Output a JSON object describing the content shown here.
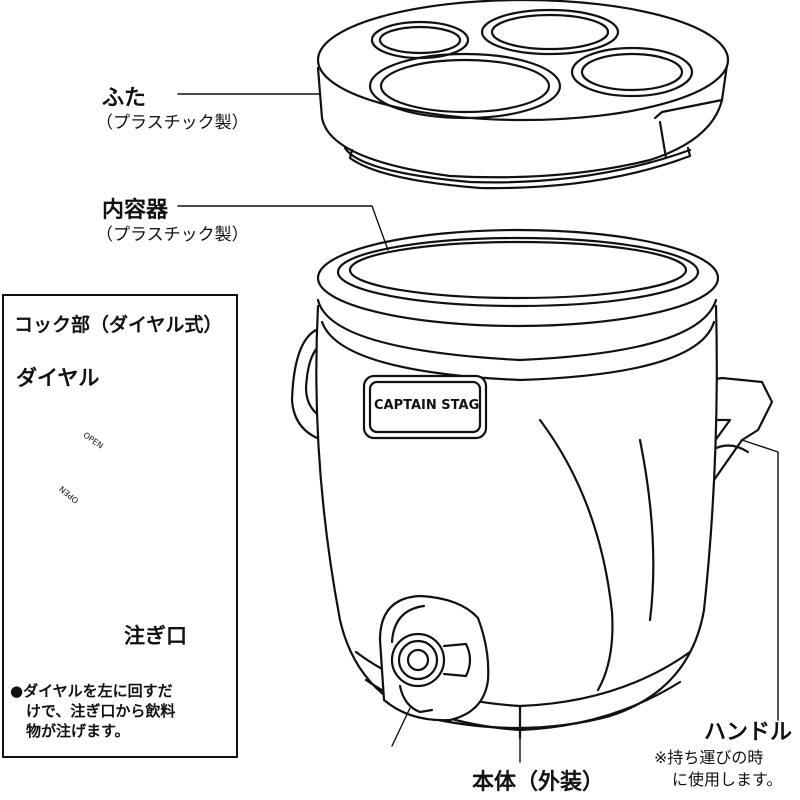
{
  "colors": {
    "ink": "#111111",
    "paper": "#ffffff"
  },
  "labels": {
    "lid": "ふた",
    "lid_material": "（プラスチック製）",
    "inner": "内容器",
    "inner_material": "（プラスチック製）",
    "body": "本体（外装）",
    "handle": "ハンドル",
    "handle_note_1": "※持ち運びの時",
    "handle_note_2": "に使用します。"
  },
  "brand_logo": "CAPTAIN STAG",
  "inset": {
    "title": "コック部（ダイヤル式）",
    "dial": "ダイヤル",
    "spout": "注ぎ口",
    "dial_text_1": "OPEN",
    "dial_text_2": "OPEN",
    "note_1": "●ダイヤルを左に回すだ",
    "note_2": "けで、注ぎ口から飲料",
    "note_3": "物が注げます。"
  }
}
